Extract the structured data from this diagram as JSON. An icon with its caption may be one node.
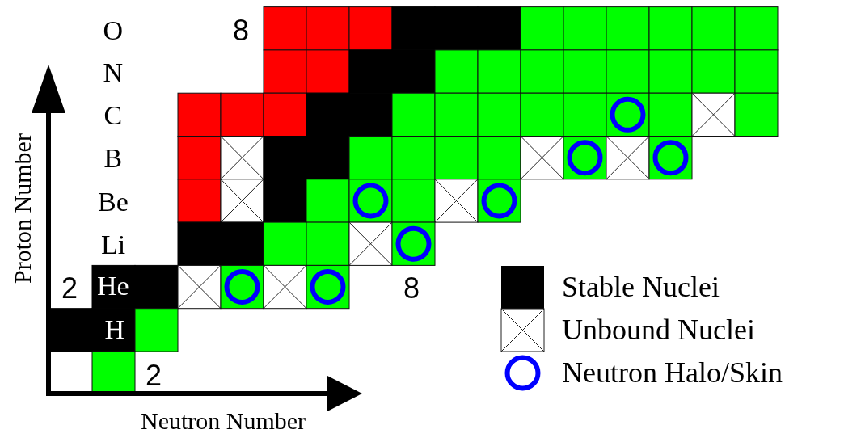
{
  "diagram": {
    "labels": [
      "O",
      "8",
      "N",
      "C",
      "B",
      "Be",
      "Li",
      "2",
      "He",
      "8",
      "H",
      "2",
      "Proton Number",
      "Neutron Number"
    ],
    "legend": [
      {
        "text": "Stable Nuclei",
        "color": "#000000"
      },
      {
        "text": "Unbound Nuclei"
      },
      {
        "text": "Neutron Halo/Skin"
      }
    ]
  }
}
